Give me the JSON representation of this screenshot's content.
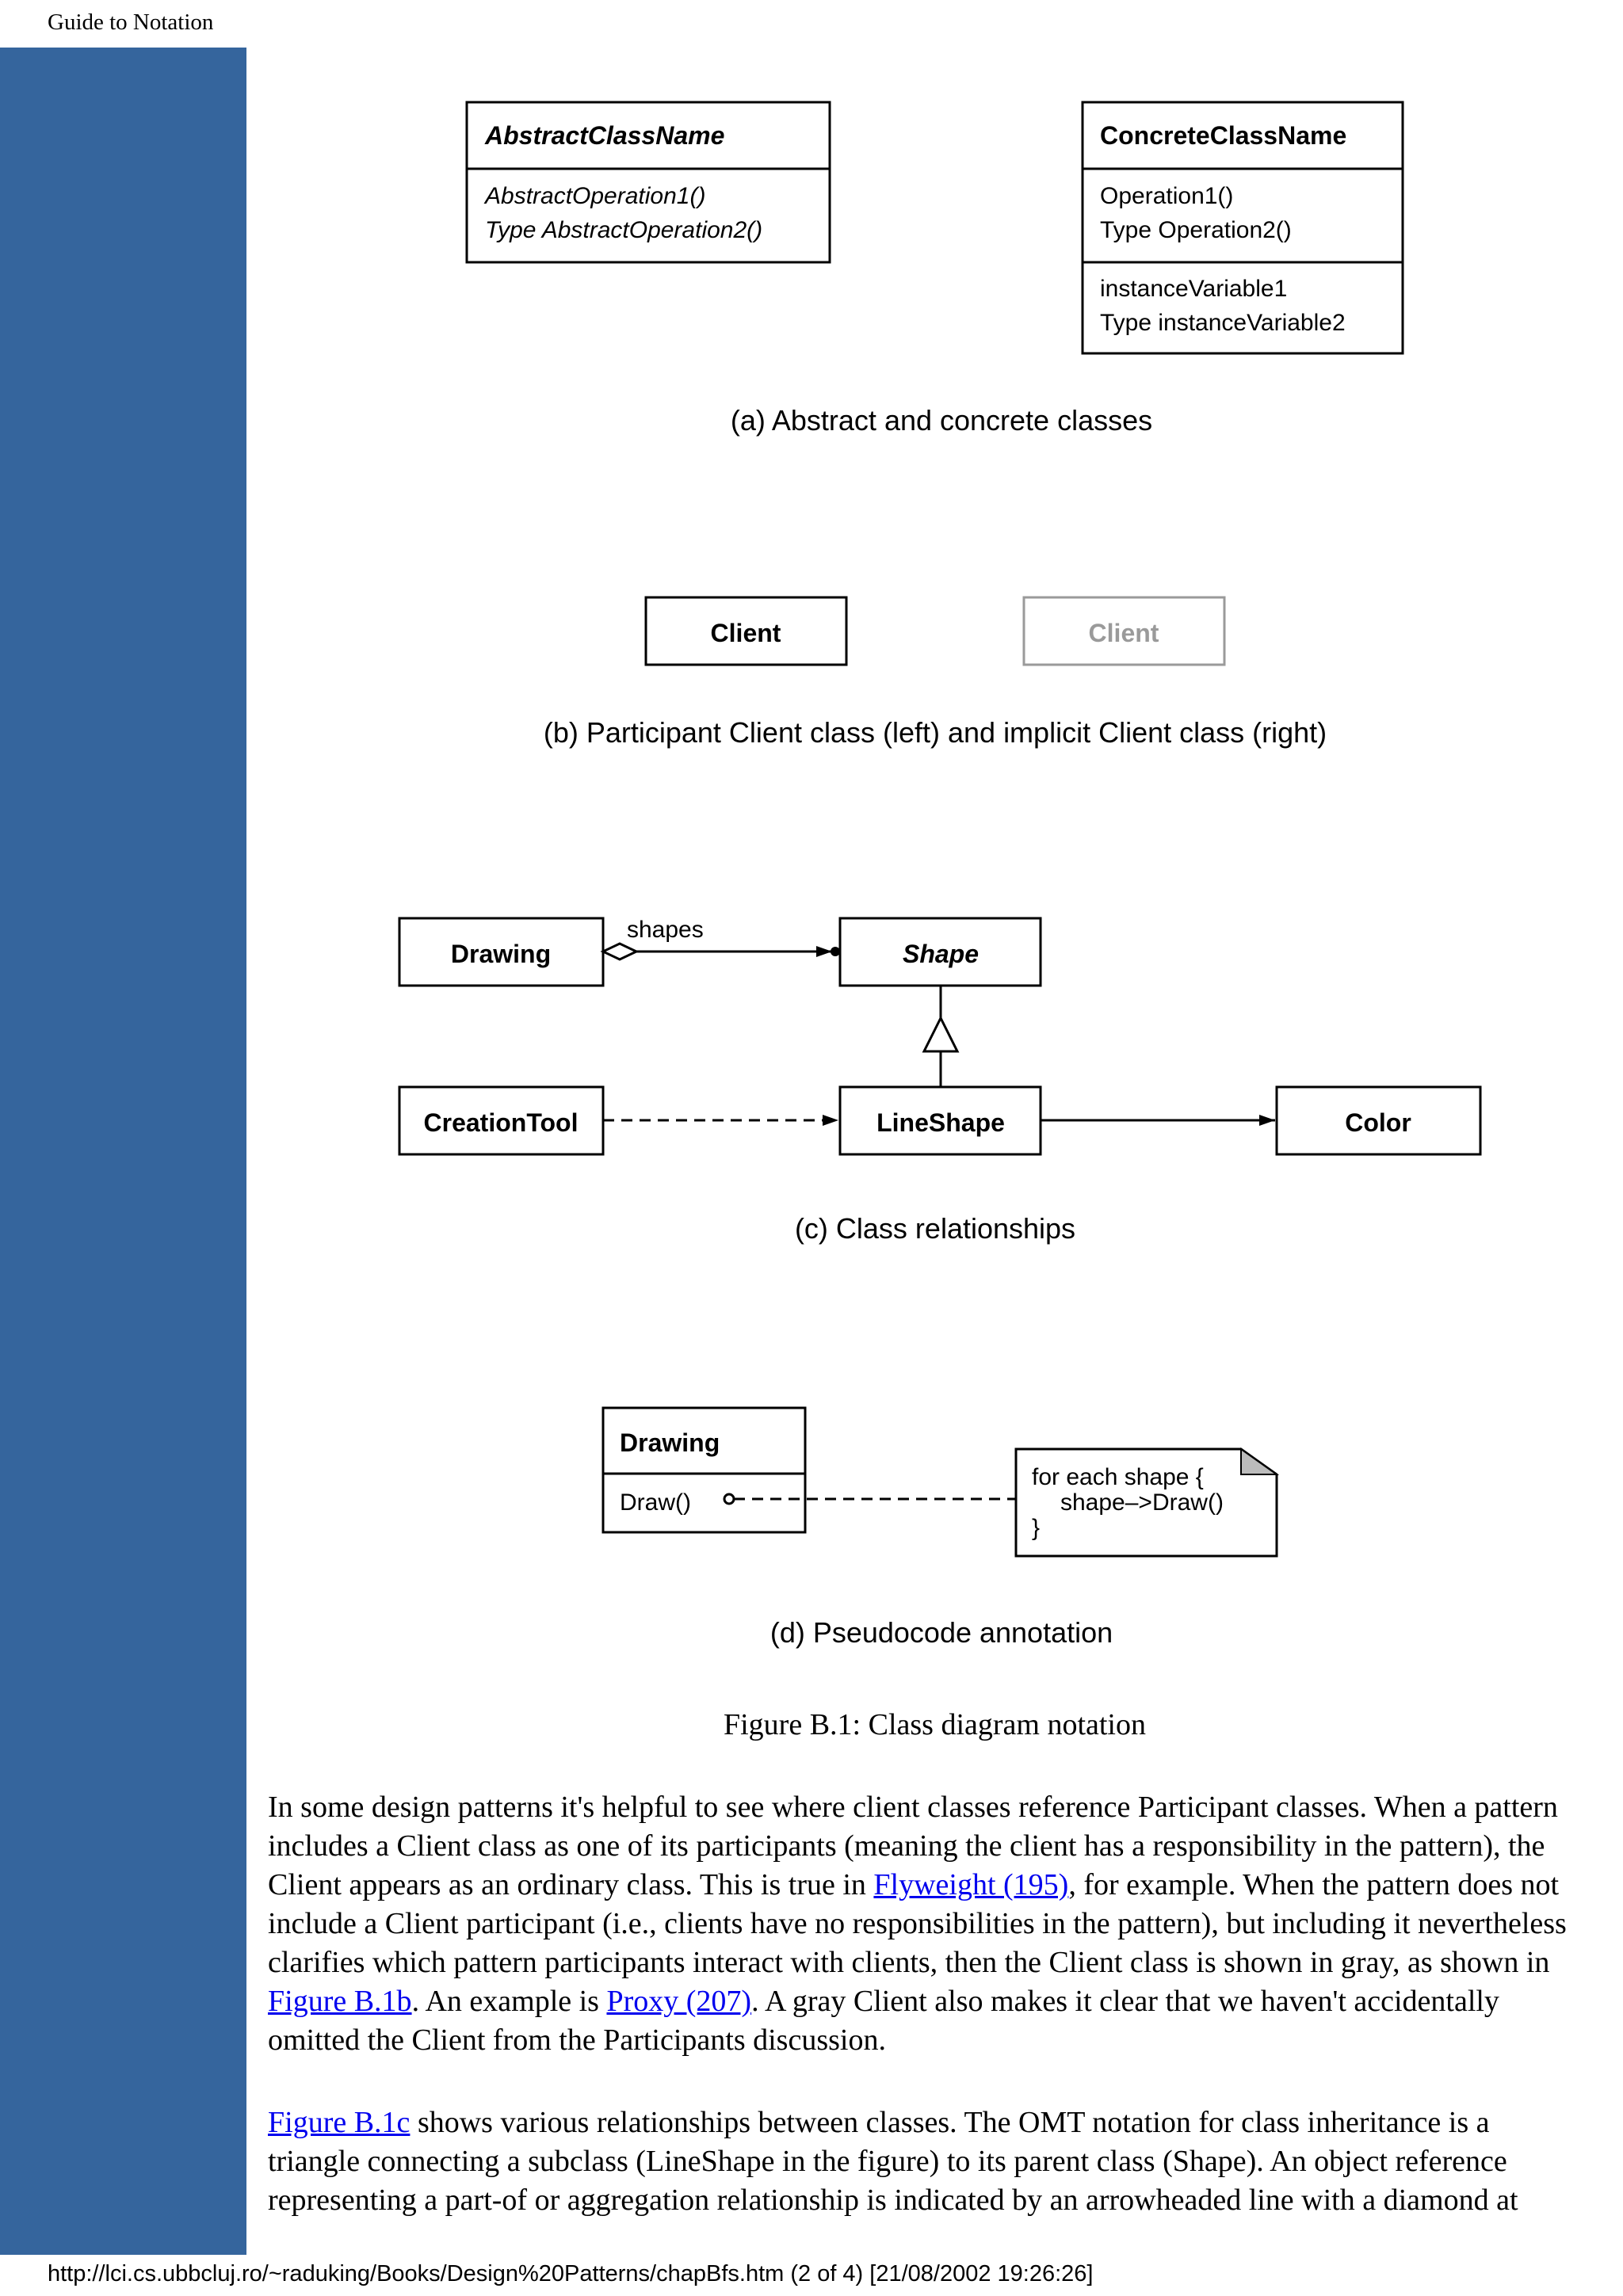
{
  "header": {
    "title": "Guide to Notation"
  },
  "footer": {
    "url_text": "http://lci.cs.ubbcluj.ro/~raduking/Books/Design%20Patterns/chapBfs.htm (2 of 4) [21/08/2002 19:26:26]"
  },
  "figure": {
    "a": {
      "abstract_class": {
        "name": "AbstractClassName",
        "op1": "AbstractOperation1()",
        "op2": "Type AbstractOperation2()"
      },
      "concrete_class": {
        "name": "ConcreteClassName",
        "op1": "Operation1()",
        "op2": "Type Operation2()",
        "var1": "instanceVariable1",
        "var2": "Type instanceVariable2"
      },
      "caption": "(a) Abstract and concrete classes"
    },
    "b": {
      "participant_client": "Client",
      "implicit_client": "Client",
      "caption": "(b) Participant Client class (left) and implicit Client class (right)"
    },
    "c": {
      "drawing": "Drawing",
      "shapes_label": "shapes",
      "shape": "Shape",
      "creation_tool": "CreationTool",
      "line_shape": "LineShape",
      "color": "Color",
      "caption": "(c) Class relationships"
    },
    "d": {
      "drawing": "Drawing",
      "draw_op": "Draw()",
      "note_line1": "for each shape {",
      "note_line2": "shape–>Draw()",
      "note_line3": "}",
      "caption": "(d) Pseudocode annotation"
    },
    "title": "Figure B.1:  Class diagram notation"
  },
  "paragraphs": {
    "p1": {
      "t1": "In some design patterns it's helpful to see where client classes reference Participant classes. When a pattern includes a Client class as one of its participants (meaning the client has a responsibility in the pattern), the Client appears as an ordinary class. This is true in ",
      "link1": "Flyweight (195)",
      "t2": ", for example. When the pattern does not include a Client participant (i.e., clients have no responsibilities in the pattern), but including it nevertheless clarifies which pattern participants interact with clients, then the Client class is shown in gray, as shown in ",
      "link2": "Figure B.1b",
      "t3": ". An example is ",
      "link3": "Proxy (207)",
      "t4": ". A gray Client also makes it clear that we haven't accidentally omitted the Client from the Participants discussion."
    },
    "p2": {
      "link1": "Figure B.1c",
      "t1": " shows various relationships between classes. The OMT notation for class inheritance is a triangle connecting a subclass (LineShape in the figure) to its parent class (Shape). An object reference representing a part-of or aggregation relationship is indicated by an arrowheaded line with a diamond at"
    }
  }
}
